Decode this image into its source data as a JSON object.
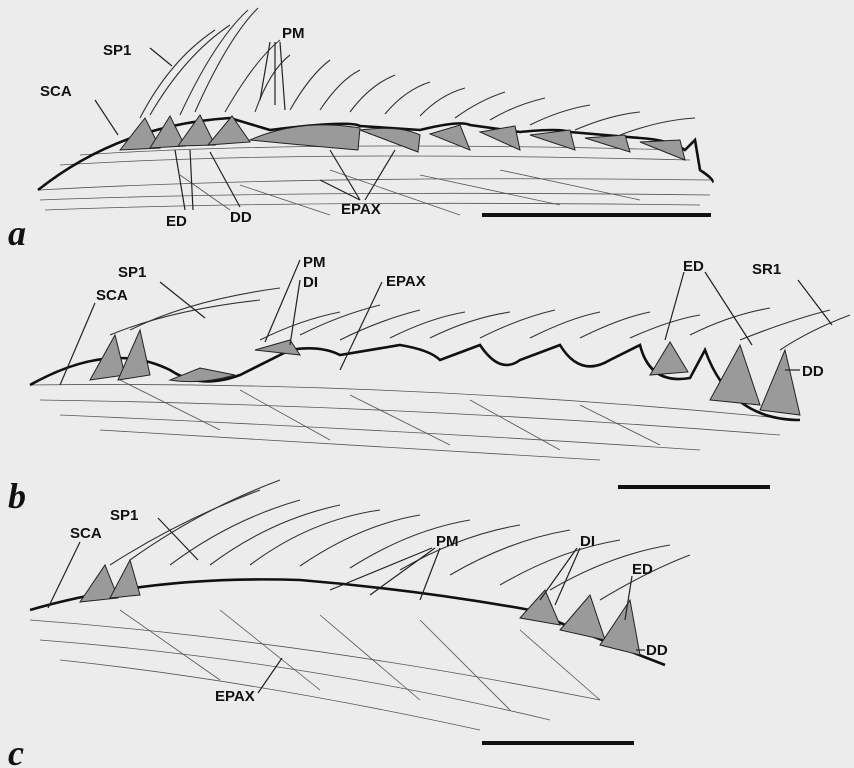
{
  "panels": [
    {
      "id": "a",
      "letter": "a",
      "labels": {
        "sp1": "SP1",
        "sca": "SCA",
        "pm": "PM",
        "ed": "ED",
        "dd": "DD",
        "epax": "EPAX"
      }
    },
    {
      "id": "b",
      "letter": "b",
      "labels": {
        "sp1": "SP1",
        "sca": "SCA",
        "pm": "PM",
        "di": "DI",
        "epax": "EPAX",
        "ed": "ED",
        "sr1": "SR1",
        "dd": "DD"
      }
    },
    {
      "id": "c",
      "letter": "c",
      "labels": {
        "sp1": "SP1",
        "sca": "SCA",
        "pm": "PM",
        "di": "DI",
        "ed": "ED",
        "dd": "DD",
        "epax": "EPAX"
      }
    }
  ]
}
